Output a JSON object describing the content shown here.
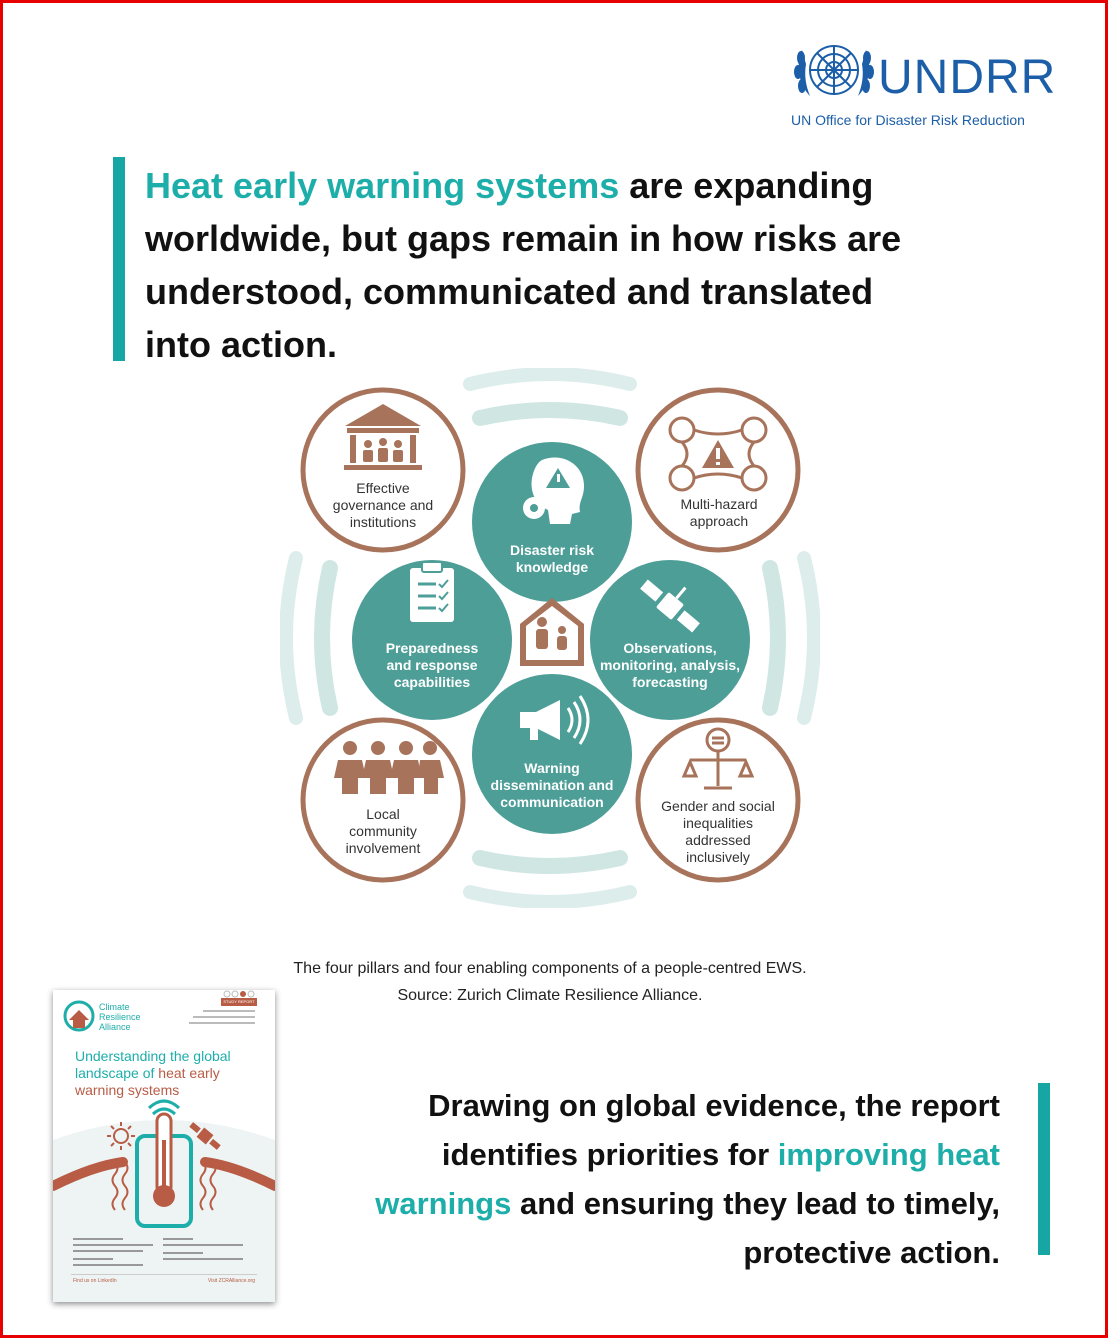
{
  "brand": {
    "name": "UNDRR",
    "office": "UN Office for Disaster Risk Reduction",
    "color": "#1c5ea8"
  },
  "headline": {
    "highlight": "Heat early warning systems",
    "rest": " are expanding worldwide, but gaps remain in how risks are understood, communicated and translated into action."
  },
  "diagram": {
    "outer": [
      {
        "label": "Effective governance and institutions",
        "icon": "institution-icon"
      },
      {
        "label": "Multi-hazard approach",
        "icon": "multi-hazard-icon"
      },
      {
        "label": "Local community involvement",
        "icon": "community-icon"
      },
      {
        "label": "Gender and social inequalities addressed inclusively",
        "icon": "scales-icon"
      }
    ],
    "pillars": [
      {
        "label": "Disaster risk knowledge",
        "icon": "head-gear-icon"
      },
      {
        "label": "Preparedness and response capabilities",
        "icon": "clipboard-icon"
      },
      {
        "label": "Observations, monitoring, analysis, forecasting",
        "icon": "satellite-icon"
      },
      {
        "label": "Warning dissemination and communication",
        "icon": "megaphone-icon"
      }
    ],
    "center_icon": "family-house-icon",
    "colors": {
      "teal": "#4e9e98",
      "brown": "#a8735b",
      "ring": "#d5e9e6"
    }
  },
  "caption": {
    "line1": "The four pillars and four enabling components of a people-centred EWS.",
    "line2": "Source: Zurich Climate Resilience Alliance."
  },
  "report": {
    "org": [
      "Climate",
      "Resilience",
      "Alliance"
    ],
    "title_plain": "Understanding the global landscape of ",
    "title_highlight": "heat early",
    "title_tail": "warning systems",
    "badge": "STUDY REPORT",
    "footer_left": "Find us on LinkedIn",
    "footer_right": "Visit ZCRAlliance.org"
  },
  "closing": {
    "part1": "Drawing on global evidence, the report identifies priorities for ",
    "highlight": "improving heat warnings",
    "part2": " and ensuring they lead to timely, protective action."
  }
}
